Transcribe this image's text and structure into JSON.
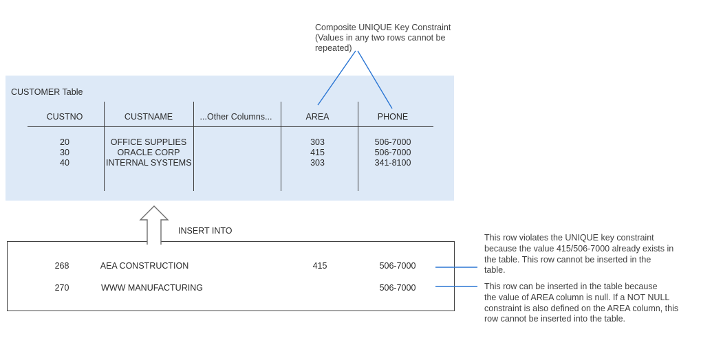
{
  "colors": {
    "table_fill": "#dde9f7",
    "connector_blue": "#2b76d4",
    "line_dark": "#404040",
    "arrow_outline": "#6e6e6e",
    "text_dark": "#2b2b2b",
    "text_gray": "#3f3f3f"
  },
  "top_callout": {
    "lines": [
      "Composite UNIQUE Key Constraint",
      "(Values in any two rows cannot be",
      "repeated)"
    ]
  },
  "customer_table": {
    "title": "CUSTOMER Table",
    "columns": [
      "CUSTNO",
      "CUSTNAME",
      "...Other Columns...",
      "AREA",
      "PHONE"
    ],
    "rows": [
      [
        "20",
        "OFFICE SUPPLIES",
        "",
        "303",
        "506-7000"
      ],
      [
        "30",
        "ORACLE CORP",
        "",
        "415",
        "506-7000"
      ],
      [
        "40",
        "INTERNAL SYSTEMS",
        "",
        "303",
        "341-8100"
      ]
    ]
  },
  "insert": {
    "label": "INSERT INTO"
  },
  "staging_table": {
    "rows": [
      [
        "268",
        "AEA CONSTRUCTION",
        "415",
        "506-7000"
      ],
      [
        "270",
        "WWW MANUFACTURING",
        "",
        "506-7000"
      ]
    ]
  },
  "callouts": {
    "unique_violation": {
      "lines": [
        "This row violates the UNIQUE key constraint",
        "because the value 415/506-7000 already exists in",
        "the table. This row cannot be inserted in the",
        "table."
      ]
    },
    "null_allowed": {
      "lines": [
        "This row can be inserted in the table because",
        "the value of AREA column is null. If a NOT NULL",
        "constraint is also defined on the AREA column, this",
        "row cannot be inserted into the table."
      ]
    }
  }
}
